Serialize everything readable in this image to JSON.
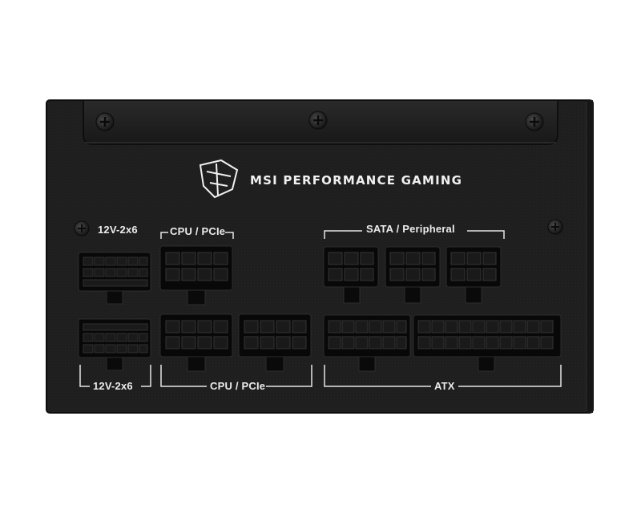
{
  "brand": {
    "text": "MSI PERFORMANCE GAMING",
    "logo_icon": "msi-dragon-logo-icon"
  },
  "labels": {
    "top_left_12v": "12V-2x6",
    "top_cpu_pcie": "CPU / PCIe",
    "top_sata": "SATA / Peripheral",
    "bottom_left_12v": "12V-2x6",
    "bottom_cpu_pcie": "CPU / PCIe",
    "bottom_atx": "ATX"
  },
  "colors": {
    "panel": "#1e1e1e",
    "panel_edge": "#111111",
    "connector": "#0b0b0b",
    "label": "#ececec"
  }
}
